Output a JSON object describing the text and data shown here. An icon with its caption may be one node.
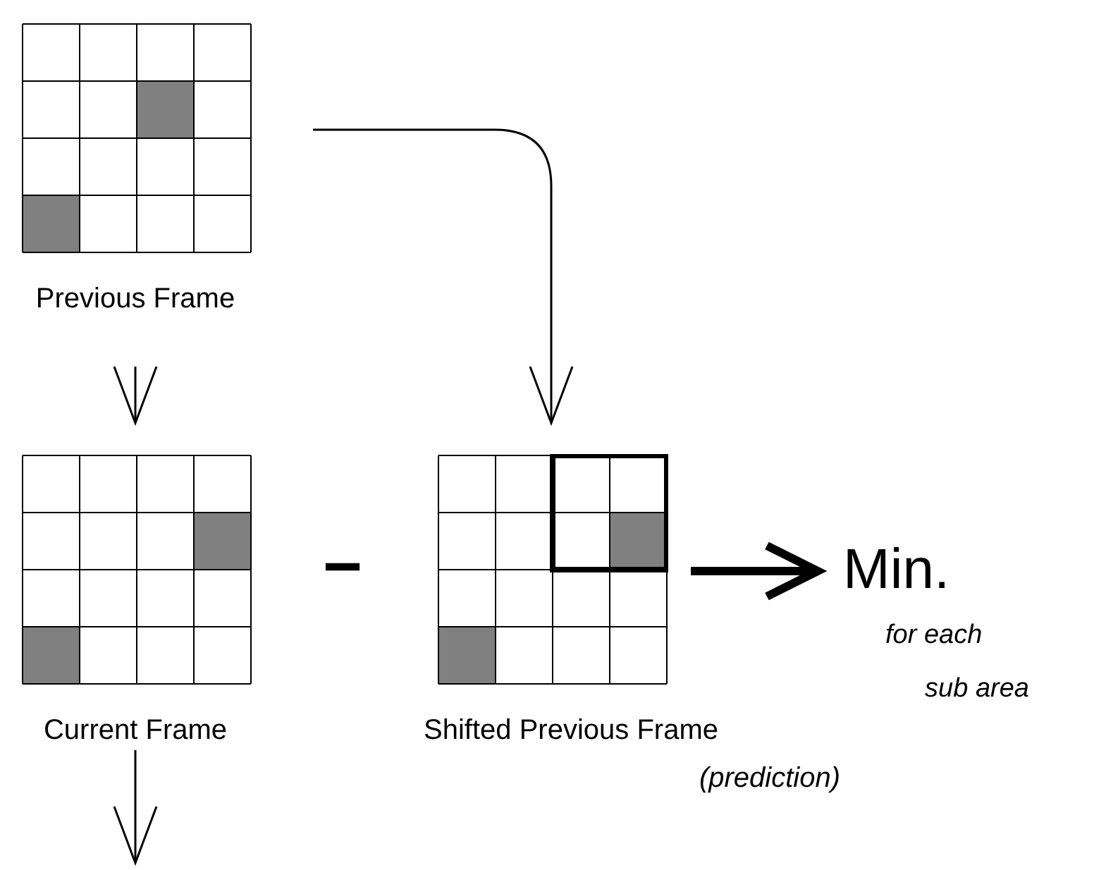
{
  "diagram": {
    "nodes": [
      {
        "text": [
          "Previous Frame"
        ]
      },
      {
        "text": [
          "Current Frame"
        ]
      },
      {
        "text": [
          "Shifted Previous Frame",
          "(prediction)"
        ]
      },
      {
        "text": [
          "Min.",
          "for each sub area"
        ]
      }
    ],
    "edges": [
      {
        "from": 0,
        "to": 1,
        "arrow": "to"
      },
      {
        "from": 0,
        "to": 2,
        "arrow": "to"
      },
      {
        "from": 2,
        "to": 3,
        "arrow": "to",
        "style": "thick"
      },
      {
        "from": 1,
        "to": null,
        "arrow": "to"
      }
    ],
    "labels": [
      "−"
    ]
  }
}
